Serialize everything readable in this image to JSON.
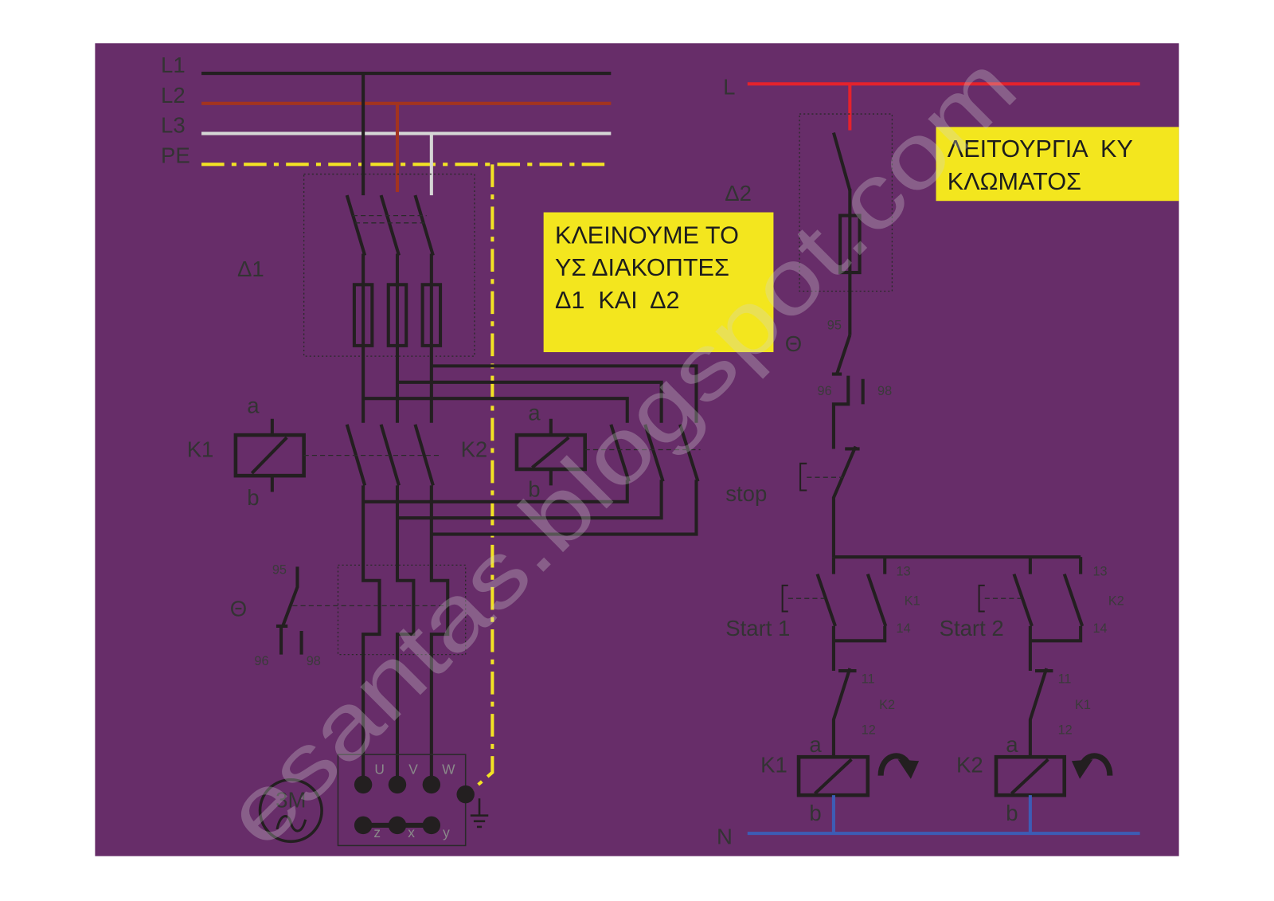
{
  "colors": {
    "page": "#ffffff",
    "panel": "#672d69",
    "phase_l1": "#231f20",
    "phase_l2": "#a3341f",
    "phase_l3": "#d6d6d6",
    "protective_earth": "#f3e324",
    "control_phase": "#e4222c",
    "control_neutral": "#3d5cb5",
    "note_background": "#f3e61e"
  },
  "power_circuit": {
    "bus": {
      "l1": "L1",
      "l2": "L2",
      "l3": "L3",
      "pe": "PE"
    },
    "main_switch": {
      "label": "Δ1"
    },
    "contactor_k1": {
      "label": "K1",
      "coil_a": "a",
      "coil_b": "b"
    },
    "contactor_k2": {
      "label": "K2",
      "coil_a": "a",
      "coil_b": "b"
    },
    "overload_relay": {
      "label": "Θ",
      "terminal_95": "95",
      "terminal_96": "96",
      "terminal_98": "98"
    },
    "motor": {
      "label": "3M",
      "icon": "ac-sine-icon",
      "terminals_top": [
        "U",
        "V",
        "W"
      ],
      "terminals_bottom": [
        "z",
        "x",
        "y"
      ]
    }
  },
  "control_circuit": {
    "phase": "L",
    "neutral": "N",
    "switch": {
      "label": "Δ2"
    },
    "overload_contact": {
      "label": "Θ",
      "terminal_95": "95",
      "terminal_96": "96",
      "terminal_98": "98"
    },
    "stop_button": {
      "label": "stop"
    },
    "branch_1": {
      "start_button": "Start 1",
      "hold_contact": {
        "top": "13",
        "label": "K1",
        "bottom": "14"
      },
      "interlock_contact": {
        "top": "11",
        "label": "K2",
        "bottom": "12"
      },
      "coil": {
        "label": "K1",
        "a": "a",
        "b": "b"
      },
      "rotation_icon": "clockwise-arrow-icon"
    },
    "branch_2": {
      "start_button": "Start 2",
      "hold_contact": {
        "top": "13",
        "label": "K2",
        "bottom": "14"
      },
      "interlock_contact": {
        "top": "11",
        "label": "K1",
        "bottom": "12"
      },
      "coil": {
        "label": "K2",
        "a": "a",
        "b": "b"
      },
      "rotation_icon": "counterclockwise-arrow-icon"
    }
  },
  "notes": {
    "instruction": [
      "ΚΛΕΙΝΟΥΜΕ ΤΟ",
      "ΥΣ ΔΙΑΚΟΠΤΕΣ",
      "Δ1  ΚΑΙ  Δ2"
    ],
    "title": [
      "ΛΕΙΤΟΥΡΓΙΑ  ΚΥ",
      "ΚΛΩΜΑΤΟΣ"
    ]
  },
  "watermark": "esantas.blogspot.com"
}
